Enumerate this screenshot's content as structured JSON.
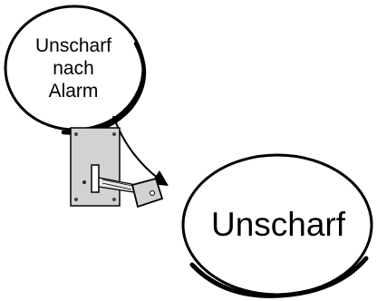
{
  "bubble": {
    "lines": [
      "Unscharf",
      "nach",
      "Alarm"
    ]
  },
  "state": {
    "label": "Unscharf"
  },
  "icons": {
    "keyswitch": "key-switch-icon"
  },
  "colors": {
    "ink": "#000000",
    "plate": "#d2d2d2",
    "background": "#ffffff"
  }
}
